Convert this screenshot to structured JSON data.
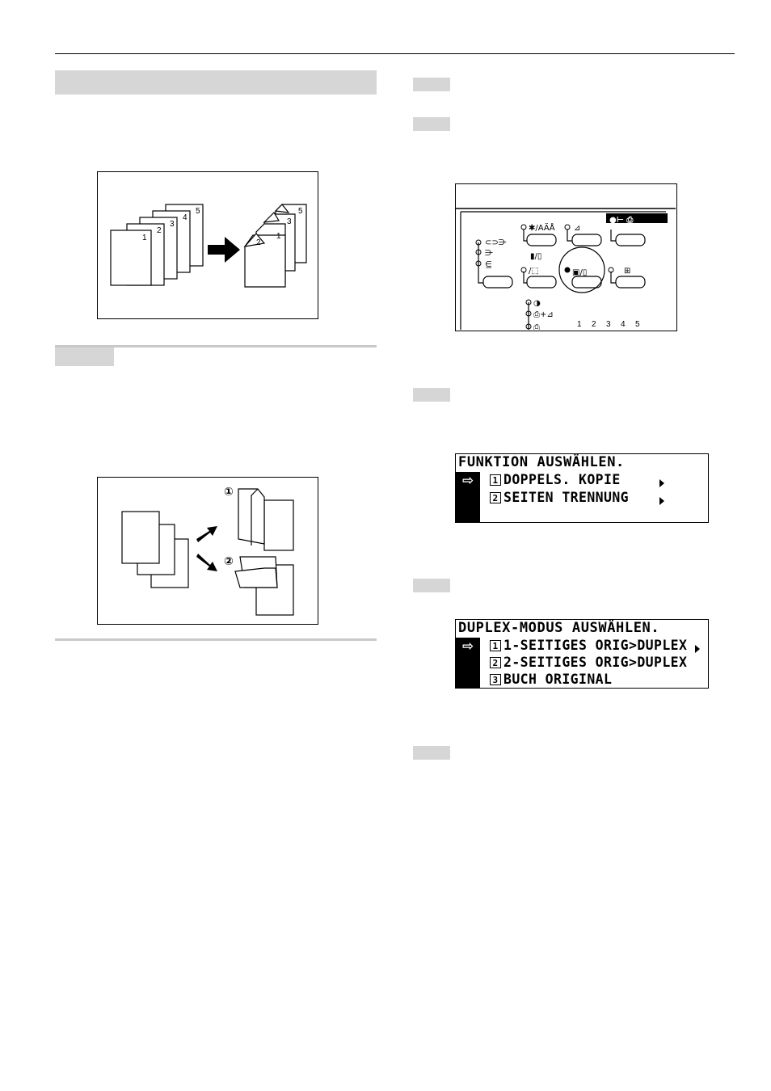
{
  "lcd1": {
    "title": "FUNKTION AUSWÄHLEN.",
    "items": [
      {
        "num": "1",
        "label": "DOPPELS. KOPIE"
      },
      {
        "num": "2",
        "label": "SEITEN TRENNUNG"
      }
    ]
  },
  "lcd2": {
    "title": "DUPLEX-MODUS AUSWÄHLEN.",
    "items": [
      {
        "num": "1",
        "label": "1-SEITIGES ORIG>DUPLEX"
      },
      {
        "num": "2",
        "label": "2-SEITIGES ORIG>DUPLEX"
      },
      {
        "num": "3",
        "label": "BUCH ORIGINAL"
      }
    ]
  },
  "figure1": {
    "pages_left": [
      "1",
      "2",
      "3",
      "4",
      "5"
    ],
    "pages_right": [
      "1",
      "2",
      "3",
      "5"
    ]
  },
  "figure2": {
    "markers": [
      "①",
      "②"
    ]
  },
  "panel": {
    "brightness_label": "✱/AÄÅ",
    "indicator_numbers": [
      "1",
      "2",
      "3",
      "4",
      "5"
    ]
  },
  "icons": [
    "arrow-right-icon",
    "selector-arrow-icon",
    "indicator-lamp-icon"
  ]
}
